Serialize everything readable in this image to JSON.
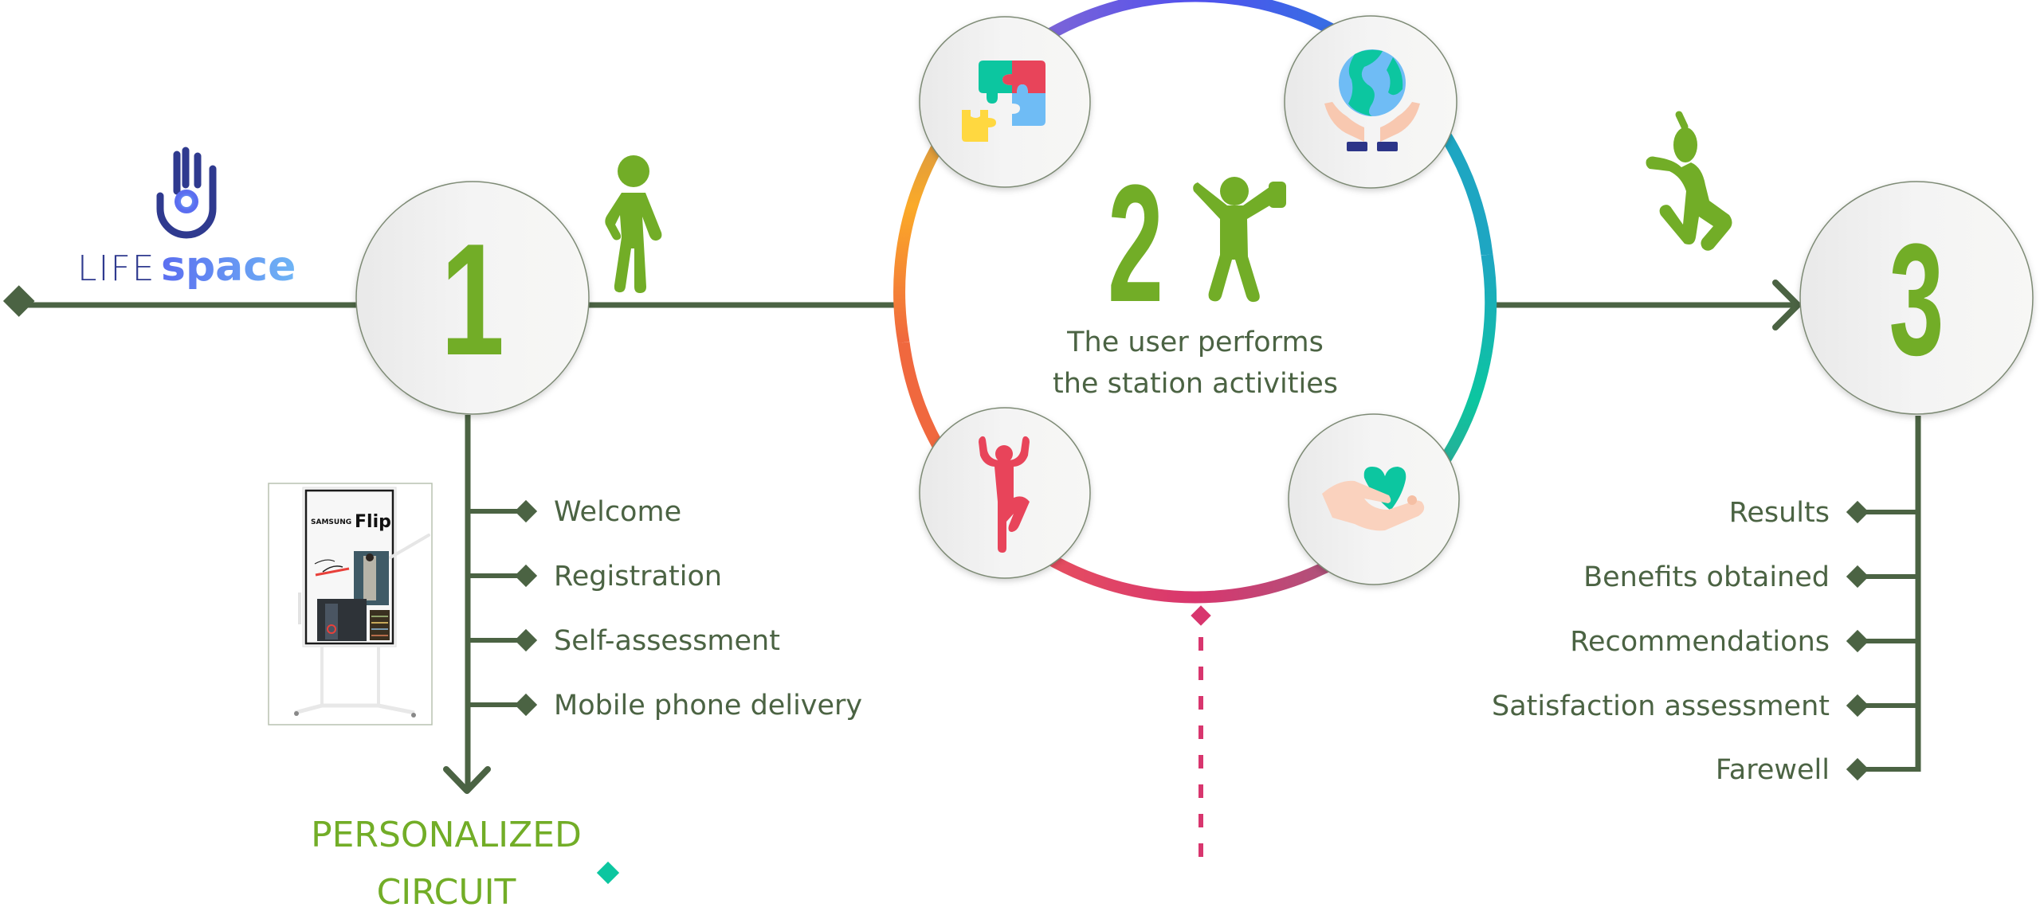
{
  "logo": {
    "word_light": "LIFE",
    "word_bold": "space",
    "colors": {
      "hand": "#2f3a8f",
      "space_start": "#5b6ef0",
      "space_end": "#6fb5f5"
    }
  },
  "colors": {
    "line": "#4b6343",
    "accent_green": "#72ad27",
    "ring_gradient": [
      "#5b4ff0",
      "#1fb5c0",
      "#0cc6a0",
      "#d83a6e",
      "#f25c5a",
      "#fbaa28",
      "#e8a23a",
      "#8a6bd0"
    ],
    "circle_fill": "#f1f1f1"
  },
  "steps": [
    {
      "number": "1",
      "figure_icon": "standing-person-icon",
      "device": {
        "brand": "SAMSUNG",
        "product": "Flip",
        "icon": "samsung-flip-display-image"
      },
      "items": [
        "Welcome",
        "Registration",
        "Self-assessment",
        "Mobile phone delivery"
      ],
      "output_label": [
        "PERSONALIZED",
        "CIRCUIT"
      ]
    },
    {
      "number": "2",
      "figure_icon": "person-lifting-weight-icon",
      "description": [
        "The user performs",
        "the station activities"
      ],
      "stations": [
        {
          "icon": "puzzle-pieces-icon"
        },
        {
          "icon": "hands-holding-globe-icon"
        },
        {
          "icon": "yoga-tree-pose-icon"
        },
        {
          "icon": "hand-holding-heart-icon"
        }
      ]
    },
    {
      "number": "3",
      "figure_icon": "jumping-person-icon",
      "items": [
        "Results",
        "Benefits obtained",
        "Recommendations",
        "Satisfaction assessment",
        "Farewell"
      ]
    }
  ]
}
